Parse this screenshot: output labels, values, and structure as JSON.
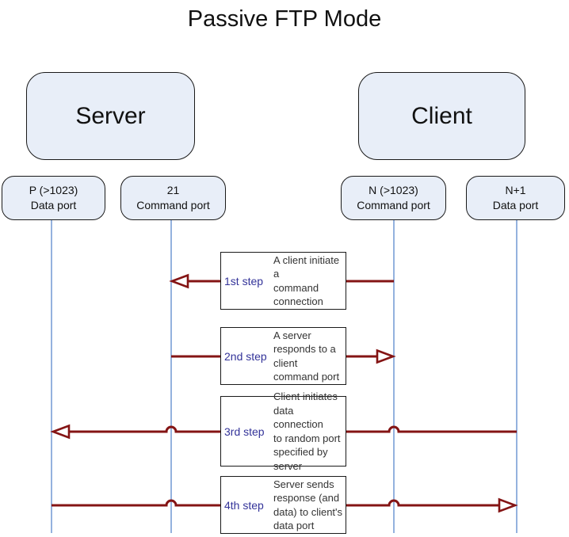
{
  "title": "Passive FTP Mode",
  "colors": {
    "arrow": "#841414",
    "lifeline": "#7a9ed6",
    "node_fill": "#e8eef8",
    "node_border": "#1a1a1a",
    "step_label": "#333399",
    "step_text": "#333333"
  },
  "actors": [
    {
      "label": "Server"
    },
    {
      "label": "Client"
    }
  ],
  "ports": [
    {
      "line1": "P (>1023)",
      "line2": "Data port"
    },
    {
      "line1": "21",
      "line2": "Command port"
    },
    {
      "line1": "N (>1023)",
      "line2": "Command port"
    },
    {
      "line1": "N+1",
      "line2": "Data port"
    }
  ],
  "steps": [
    {
      "label": "1st step",
      "description": "A client initiate a\ncommand\nconnection",
      "from": "N (>1023) Command port",
      "to": "21 Command port",
      "direction": "right-to-left"
    },
    {
      "label": "2nd step",
      "description": "A server\nresponds to a\nclient\ncommand port",
      "from": "21 Command port",
      "to": "N (>1023) Command port",
      "direction": "left-to-right"
    },
    {
      "label": "3rd step",
      "description": "Client initiates\ndata connection\nto random port\nspecified by\nserver",
      "from": "N+1 Data port",
      "to": "P (>1023) Data port",
      "direction": "right-to-left"
    },
    {
      "label": "4th step",
      "description": "Server sends\nresponse (and\ndata) to client's\ndata port",
      "from": "P (>1023) Data port",
      "to": "N+1 Data port",
      "direction": "left-to-right"
    }
  ]
}
